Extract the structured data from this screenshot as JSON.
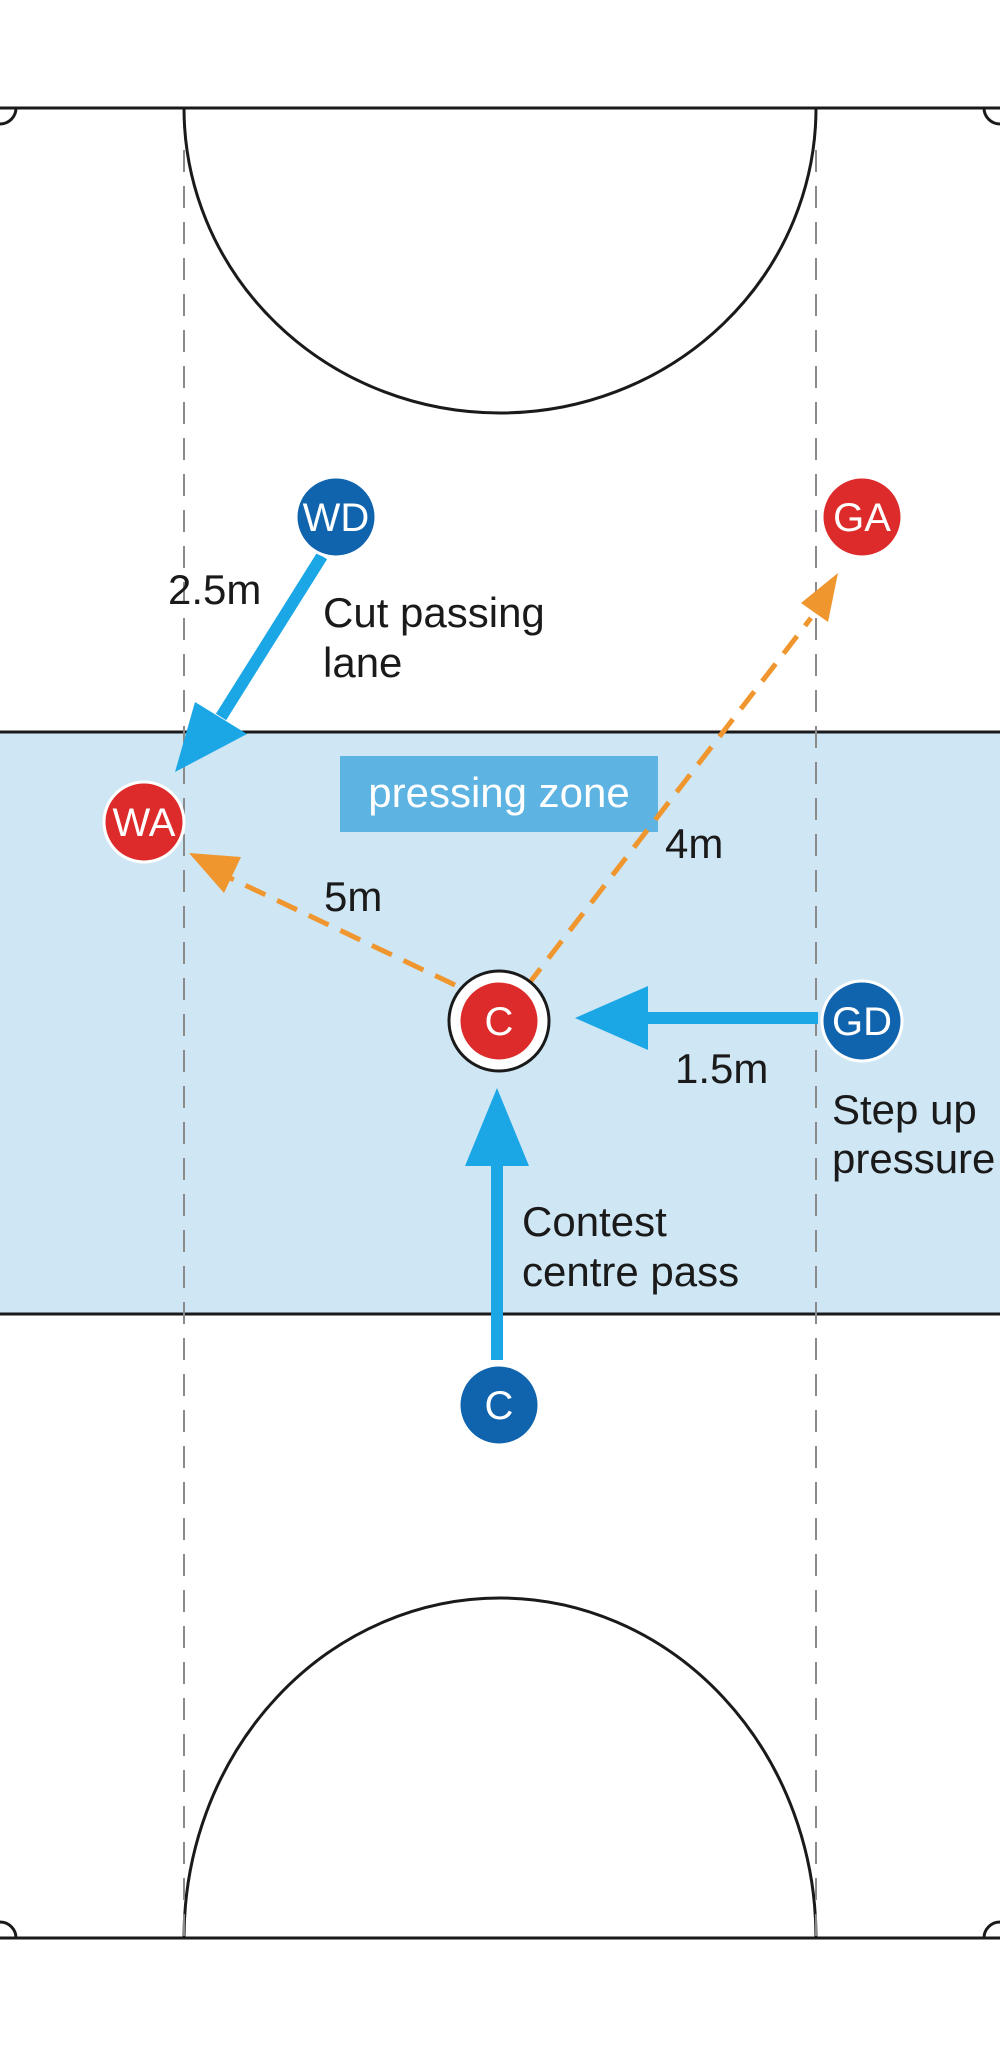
{
  "colors": {
    "court_line": "#1a1a1a",
    "pressing_zone_fill": "#cfe6f4",
    "zone_label_bg": "#5db4e3",
    "attacker": "#dd2a2a",
    "defender": "#1063ad",
    "defensive_arrow": "#1ba7e6",
    "pass_arrow": "#f0962e"
  },
  "zone_label": "pressing zone",
  "players": [
    {
      "id": "wd",
      "label": "WD",
      "team": "defender"
    },
    {
      "id": "ga",
      "label": "GA",
      "team": "attacker"
    },
    {
      "id": "wa",
      "label": "WA",
      "team": "attacker"
    },
    {
      "id": "c-attack",
      "label": "C",
      "team": "attacker",
      "ball": true
    },
    {
      "id": "gd",
      "label": "GD",
      "team": "defender"
    },
    {
      "id": "c-defend",
      "label": "C",
      "team": "defender"
    }
  ],
  "arrows": [
    {
      "id": "wd-cut",
      "style": "defensive"
    },
    {
      "id": "gd-press",
      "style": "defensive"
    },
    {
      "id": "c-contest",
      "style": "defensive"
    },
    {
      "id": "pass-to-wa",
      "style": "pass"
    },
    {
      "id": "pass-to-ga",
      "style": "pass"
    }
  ],
  "labels": {
    "wd_distance": "2.5m",
    "wd_note_line1": "Cut passing",
    "wd_note_line2": "lane",
    "ga_distance": "4m",
    "wa_distance": "5m",
    "gd_distance": "1.5m",
    "gd_note_line1": "Step up",
    "gd_note_line2": "pressure",
    "c_note_line1": "Contest",
    "c_note_line2": "centre pass"
  }
}
